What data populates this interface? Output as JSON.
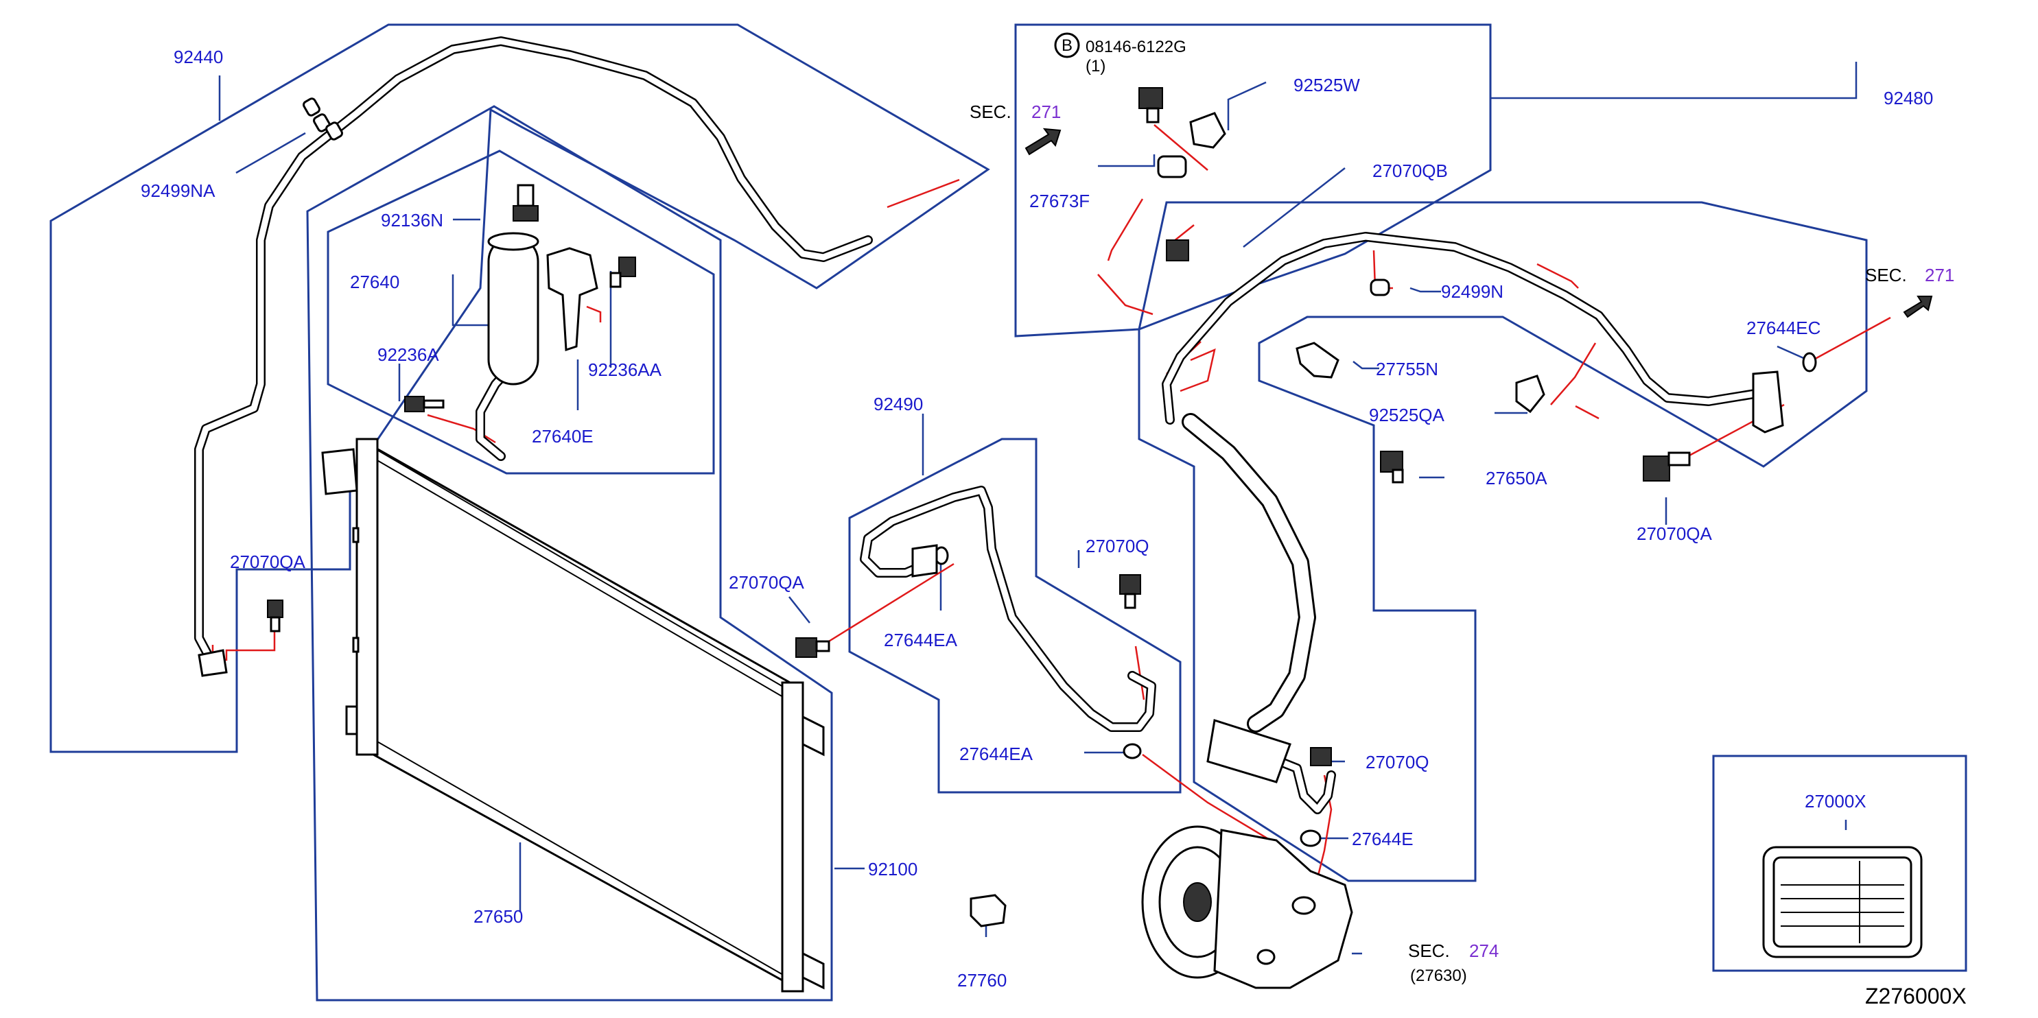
{
  "labels": {
    "p92440": "92440",
    "p92499NA": "92499NA",
    "p92136N": "92136N",
    "p27640": "27640",
    "p92236A": "92236A",
    "p92236AA": "92236AA",
    "p27640E": "27640E",
    "p27070QA_left": "27070QA",
    "p27070QA_mid": "27070QA",
    "p27070QA_right": "27070QA",
    "p92490": "92490",
    "p27070Q_top": "27070Q",
    "p27070Q_low": "27070Q",
    "p27644EA_top": "27644EA",
    "p27644EA_low": "27644EA",
    "p27644E": "27644E",
    "p27644EC": "27644EC",
    "p27650": "27650",
    "p27650A": "27650A",
    "p92100": "92100",
    "p27760": "27760",
    "p92525W": "92525W",
    "p27673F": "27673F",
    "p27070QB": "27070QB",
    "p92480": "92480",
    "p92499N": "92499N",
    "p27755N": "27755N",
    "p92525QA": "92525QA",
    "p27000X": "27000X"
  },
  "bolt_note": {
    "circle_letter": "B",
    "part_number": "08146-6122G",
    "quantity": "(1)"
  },
  "section_refs": [
    {
      "prefix": "SEC.",
      "number": "271"
    },
    {
      "prefix": "SEC.",
      "number": "271"
    },
    {
      "prefix": "SEC.",
      "number": "274",
      "sub": "(27630)"
    }
  ],
  "diagram_code": "Z276000X",
  "colors": {
    "group_outline": "#1f3d99",
    "part_label": "#1a1acc",
    "connector_line": "#e0191a",
    "section_number": "#7a2fd0"
  }
}
